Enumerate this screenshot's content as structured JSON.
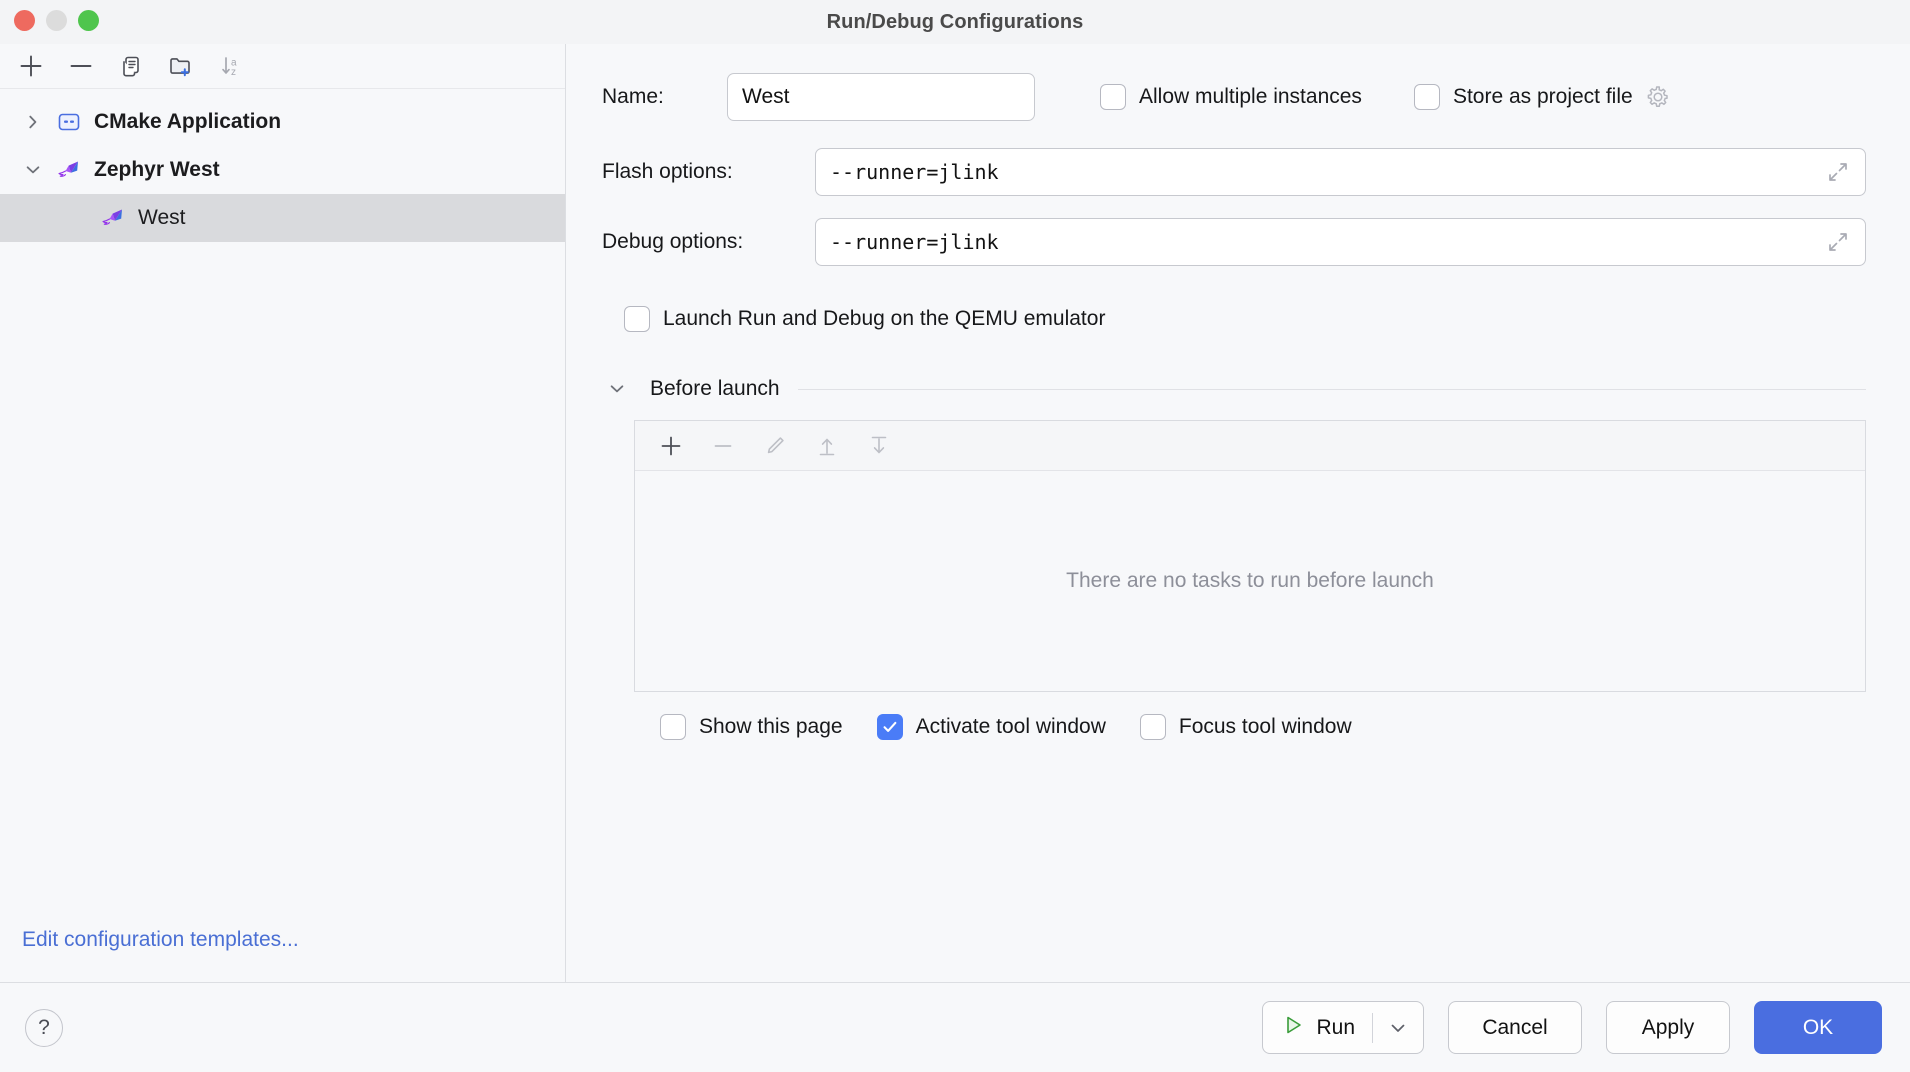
{
  "window": {
    "title": "Run/Debug Configurations",
    "traffic_lights": [
      "close-red",
      "minimize-yellow",
      "zoom-green"
    ],
    "colors": {
      "accent": "#4a6ee0",
      "checkbox_checked": "#4a7cf7",
      "link": "#4a6fd4",
      "run_play": "#3a9c3a",
      "selection": "#d9dadd",
      "background": "#f7f8fa",
      "border": "#dcdee2"
    }
  },
  "sidebar": {
    "toolbar": [
      {
        "name": "add",
        "icon": "plus-icon"
      },
      {
        "name": "remove",
        "icon": "minus-icon"
      },
      {
        "name": "copy",
        "icon": "copy-icon"
      },
      {
        "name": "new-folder",
        "icon": "folder-add-icon"
      },
      {
        "name": "sort",
        "icon": "sort-alphabetical-icon"
      }
    ],
    "tree": [
      {
        "label": "CMake Application",
        "level": 1,
        "expanded": false,
        "twisty": "chevron-right-icon",
        "icon": "cmake-application-icon",
        "selected": false
      },
      {
        "label": "Zephyr West",
        "level": 1,
        "expanded": true,
        "twisty": "chevron-down-icon",
        "icon": "zephyr-west-icon",
        "selected": false
      },
      {
        "label": "West",
        "level": 2,
        "expanded": null,
        "twisty": "",
        "icon": "zephyr-west-icon",
        "selected": true
      }
    ],
    "edit_templates_link": "Edit configuration templates..."
  },
  "form": {
    "name_label": "Name:",
    "name_value": "West",
    "name_placeholder": "",
    "allow_multiple_instances": {
      "label": "Allow multiple instances",
      "checked": false
    },
    "store_as_project_file": {
      "label": "Store as project file",
      "checked": false,
      "gear_icon": "gear-icon"
    },
    "flash_options": {
      "label": "Flash options:",
      "value": "--runner=jlink",
      "expand_icon": "expand-icon"
    },
    "debug_options": {
      "label": "Debug options:",
      "value": "--runner=jlink",
      "expand_icon": "expand-icon"
    },
    "qemu": {
      "label": "Launch Run and Debug on the QEMU emulator",
      "checked": false
    }
  },
  "before_launch": {
    "title": "Before launch",
    "expanded": true,
    "twisty": "chevron-down-icon",
    "toolbar": [
      {
        "name": "add-task",
        "icon": "plus-icon",
        "enabled": true
      },
      {
        "name": "remove-task",
        "icon": "minus-icon",
        "enabled": false
      },
      {
        "name": "edit-task",
        "icon": "pencil-icon",
        "enabled": false
      },
      {
        "name": "move-task-up",
        "icon": "arrow-up-icon",
        "enabled": false
      },
      {
        "name": "move-task-down",
        "icon": "arrow-down-icon",
        "enabled": false
      }
    ],
    "empty_text": "There are no tasks to run before launch",
    "options": [
      {
        "label": "Show this page",
        "checked": false
      },
      {
        "label": "Activate tool window",
        "checked": true
      },
      {
        "label": "Focus tool window",
        "checked": false
      }
    ]
  },
  "footer": {
    "help_icon": "question-mark-icon",
    "help_label": "?",
    "run_button": {
      "label": "Run",
      "play_icon": "play-triangle-icon",
      "caret_icon": "chevron-down-icon"
    },
    "cancel_label": "Cancel",
    "apply_label": "Apply",
    "ok_label": "OK"
  }
}
